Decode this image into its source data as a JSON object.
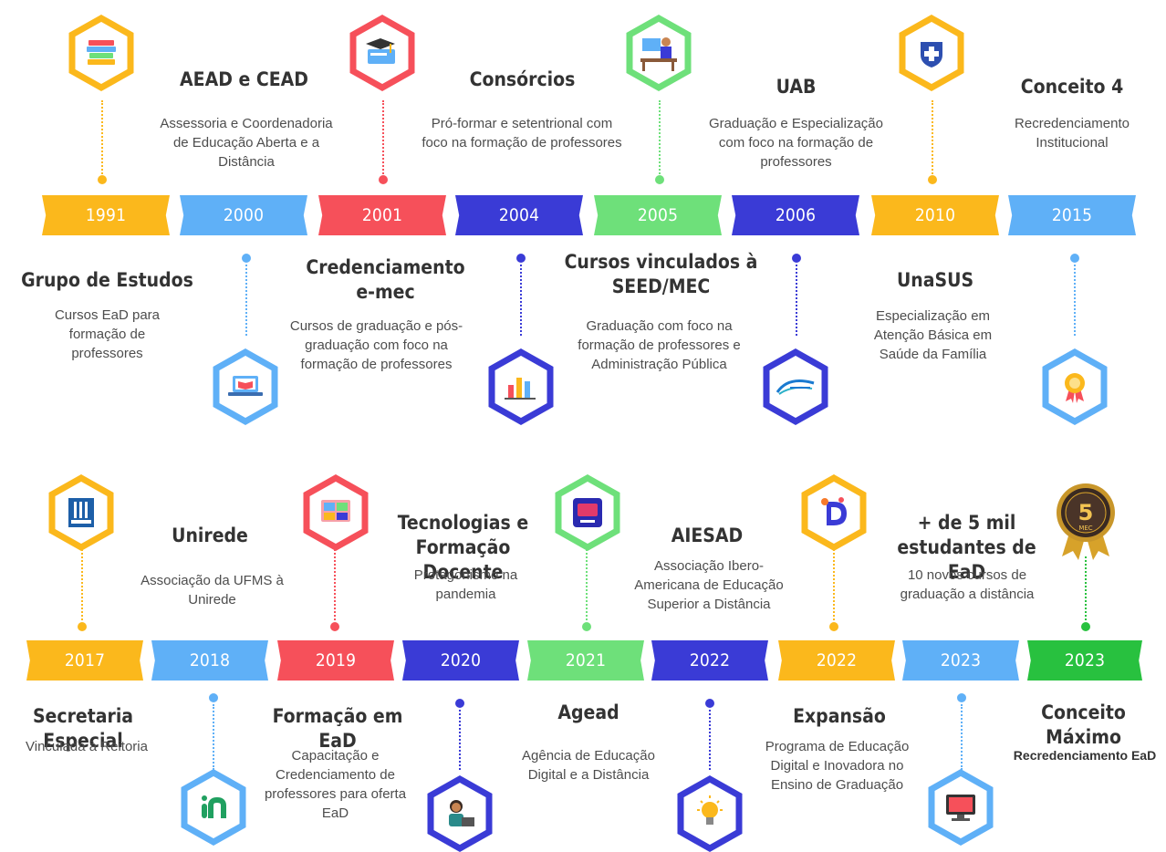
{
  "colors": {
    "orange": "#fbb81c",
    "lightblue": "#5fb0f7",
    "red": "#f6505a",
    "indigo": "#3a3bd6",
    "green": "#6ee07a",
    "darkgreen": "#28c13f"
  },
  "row1": [
    {
      "year": "1991",
      "color": "orange",
      "title": "Grupo de Estudos",
      "desc": "Cursos EaD para formação de professores",
      "icon": "books-icon"
    },
    {
      "year": "2000",
      "color": "lightblue",
      "title": "AEAD e CEAD",
      "desc": "Assessoria e Coordenadoria de Educação Aberta e a Distância",
      "icon": "laptop-book-icon"
    },
    {
      "year": "2001",
      "color": "red",
      "title": "Credenciamento e-mec",
      "desc": "Cursos de graduação e pós-graduação com foco na formação de professores",
      "icon": "graduation-icon"
    },
    {
      "year": "2004",
      "color": "indigo",
      "title": "Consórcios",
      "desc": "Pró-formar e setentrional com foco na formação de professores",
      "icon": "bar-chart-icon"
    },
    {
      "year": "2005",
      "color": "green",
      "title": "Cursos vinculados à SEED/MEC",
      "desc": "Graduação com foco na formação de professores e Administração Pública",
      "icon": "teacher-desk-icon"
    },
    {
      "year": "2006",
      "color": "indigo",
      "title": "UAB",
      "desc": "Graduação e Especialização com foco na formação de professores",
      "icon": "uab-logo-icon"
    },
    {
      "year": "2010",
      "color": "orange",
      "title": "UnaSUS",
      "desc": "Especialização em Atenção Básica em Saúde da Família",
      "icon": "health-shield-icon"
    },
    {
      "year": "2015",
      "color": "lightblue",
      "title": "Conceito 4",
      "desc": "Recredenciamento Institucional",
      "icon": "award-ribbon-icon"
    }
  ],
  "row2": [
    {
      "year": "2017",
      "color": "orange",
      "title": "Secretaria Especial",
      "desc": "Vinculada à Reitoria",
      "icon": "ufms-logo-icon"
    },
    {
      "year": "2018",
      "color": "lightblue",
      "title": "Unirede",
      "desc": "Associação da UFMS à Unirede",
      "icon": "unirede-logo-icon"
    },
    {
      "year": "2019",
      "color": "red",
      "title": "Formação em EaD",
      "desc": "Capacitação e Credenciamento de professores para oferta EaD",
      "icon": "video-meeting-icon"
    },
    {
      "year": "2020",
      "color": "indigo",
      "title": "Tecnologias e Formação Docente",
      "desc": "Protagonismo na pandemia",
      "icon": "teacher-laptop-icon"
    },
    {
      "year": "2021",
      "color": "green",
      "title": "Agead",
      "desc": "Agência de Educação Digital e a Distância",
      "icon": "agead-logo-icon"
    },
    {
      "year": "2022",
      "color": "indigo",
      "title": "AIESAD",
      "desc": "Associação Ibero-Americana de Educação Superior a Distância",
      "icon": "lightbulb-icon"
    },
    {
      "year": "2022",
      "color": "orange",
      "title": "Expansão",
      "desc": "Programa de Educação Digital e Inovadora no Ensino de Graduação",
      "icon": "digital-logo-icon"
    },
    {
      "year": "2023",
      "color": "lightblue",
      "title": "+ de 5 mil estudantes de EaD",
      "desc": "10  novos cursos de graduação a distância",
      "icon": "computer-monitor-icon"
    },
    {
      "year": "2023",
      "color": "darkgreen",
      "title": "Conceito Máximo",
      "desc": "Recredenciamento EaD",
      "icon": "medal-5-mec-icon"
    }
  ],
  "medal": {
    "number": "5",
    "label": "MEC"
  }
}
